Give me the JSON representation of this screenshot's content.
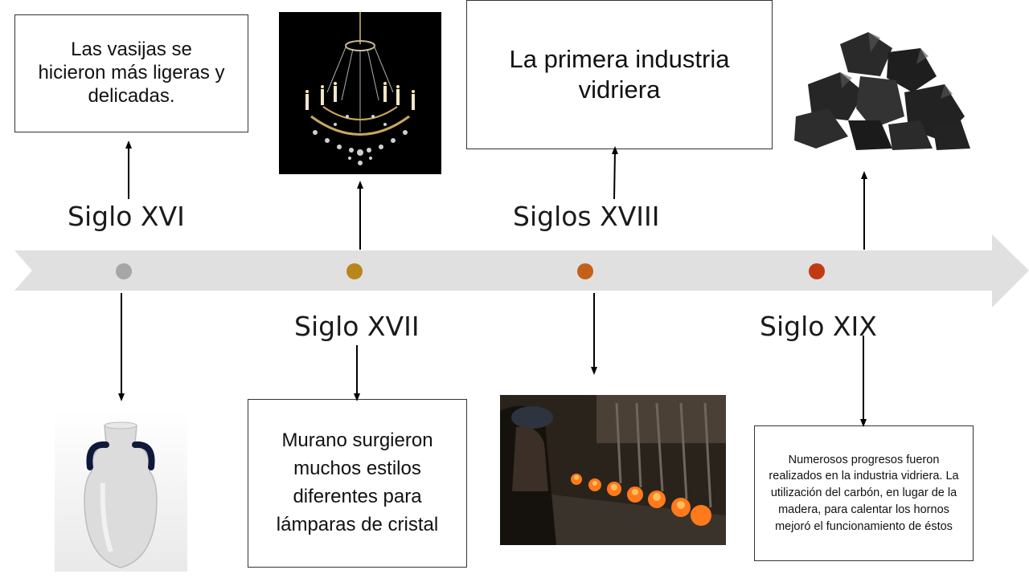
{
  "timeline": {
    "band_color": "#e0e0e0",
    "markers": [
      {
        "color": "#a6a6a6"
      },
      {
        "color": "#b8861b"
      },
      {
        "color": "#c5601b"
      },
      {
        "color": "#c23a14"
      }
    ]
  },
  "eras": {
    "siglo_xvi": "Siglo XVI",
    "siglo_xvii": "Siglo XVII",
    "siglos_xviii": "Siglos XVIII",
    "siglo_xix": "Siglo XIX"
  },
  "boxes": {
    "xvi": "Las vasijas se hicieron más ligeras y delicadas.",
    "xvii": "Murano surgieron muchos estilos diferentes para lámparas de cristal",
    "xviii": "La primera industria vidriera",
    "xix": "Numerosos progresos fueron realizados en la industria vidriera. La utilización del carbón, en lugar de la madera, para calentar los hornos mejoró el funcionamiento de éstos"
  },
  "images": {
    "vase": "glass-vase",
    "chandelier": "crystal-chandelier",
    "factory": "glass-factory",
    "coal": "coal-pile"
  }
}
